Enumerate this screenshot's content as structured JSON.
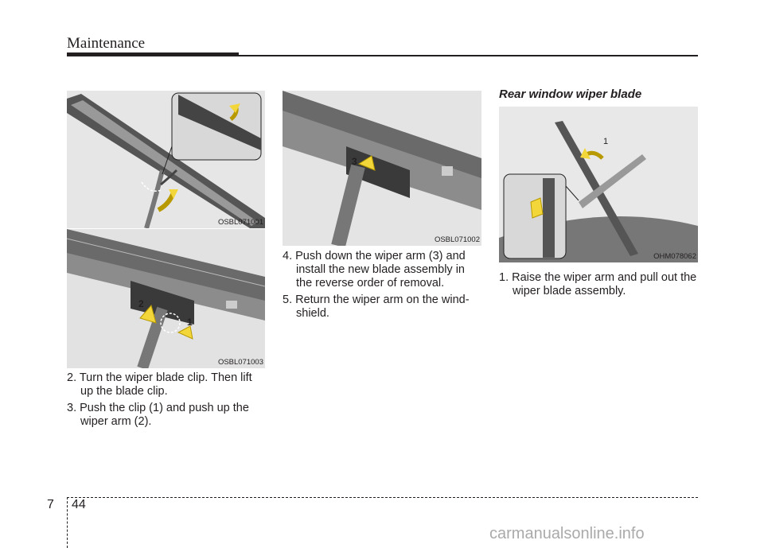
{
  "header": {
    "title": "Maintenance"
  },
  "figures": [
    {
      "code": "OSBL071001"
    },
    {
      "code": "OSBL071003",
      "labels": [
        "1",
        "2"
      ]
    },
    {
      "code": "OSBL071002",
      "labels": [
        "3"
      ]
    },
    {
      "code": "OHM078062",
      "labels": [
        "1"
      ]
    }
  ],
  "column1": {
    "steps": [
      "2. Turn the wiper blade clip. Then lift up the blade clip.",
      "3. Push the clip (1) and push up the wiper arm (2)."
    ]
  },
  "column2": {
    "steps": [
      "4. Push down the wiper arm (3) and install the new blade assembly in the reverse order of removal.",
      "5. Return the wiper arm on the wind-shield."
    ]
  },
  "column3": {
    "title": "Rear window wiper blade",
    "steps": [
      "1. Raise the wiper arm and pull out the wiper blade assembly."
    ]
  },
  "footer": {
    "chapter": "7",
    "page": "44",
    "watermark": "carmanualsonline.info"
  }
}
